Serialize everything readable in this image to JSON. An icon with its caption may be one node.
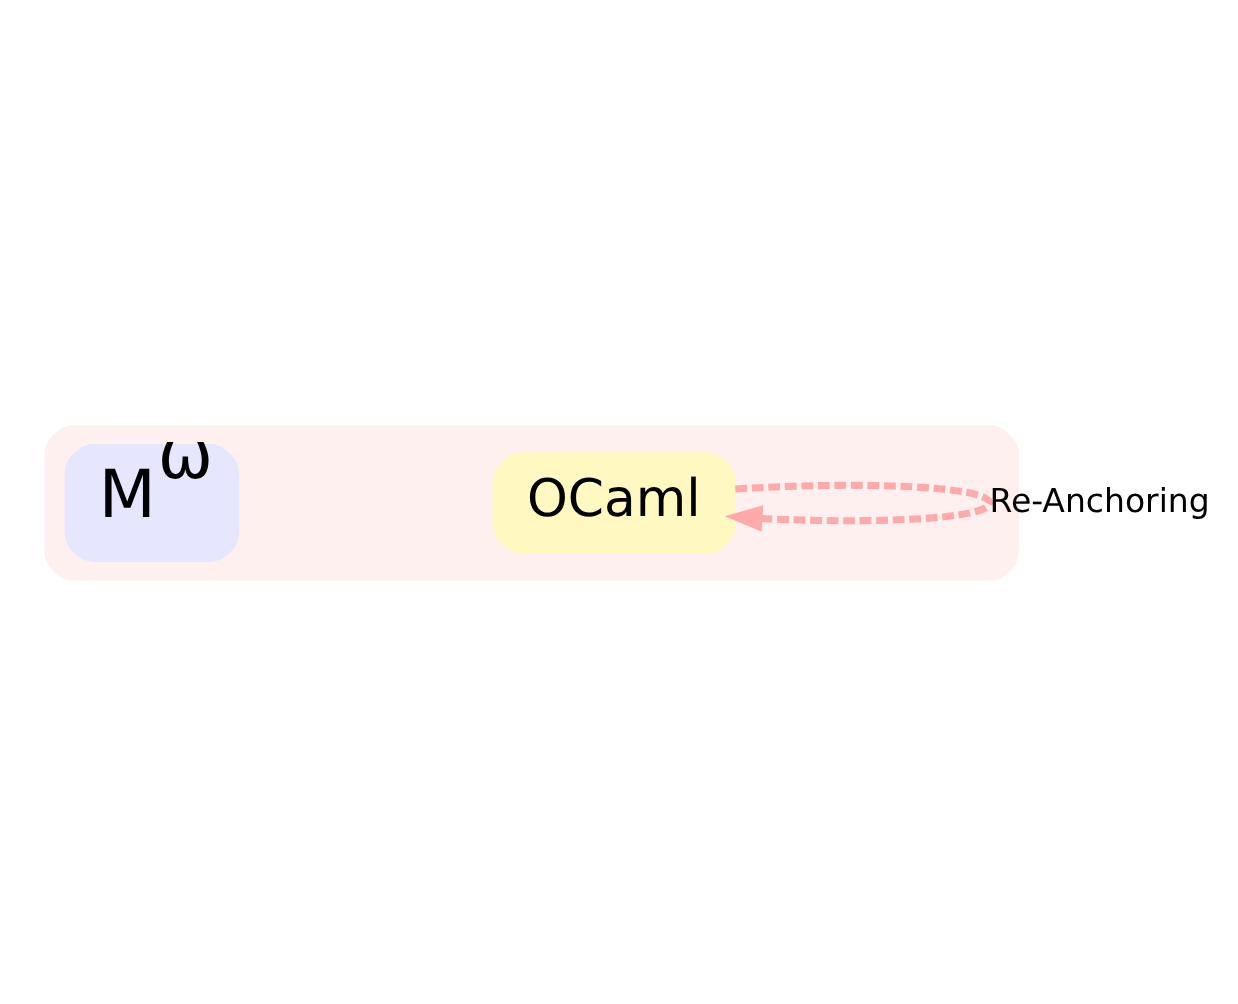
{
  "diagram": {
    "nodes": [
      {
        "text": [],
        "shape": "box"
      },
      {
        "text": [
          "OCaml"
        ],
        "in": 0
      },
      {
        "text": [
          "M$^{ω}$"
        ],
        "in": 0
      }
    ],
    "edges": [
      {
        "from": 1,
        "to": 1,
        "arrow": "to",
        "label": "Re-Anchoring",
        "style": "dashed",
        "color": "#ffaaaa"
      }
    ]
  }
}
